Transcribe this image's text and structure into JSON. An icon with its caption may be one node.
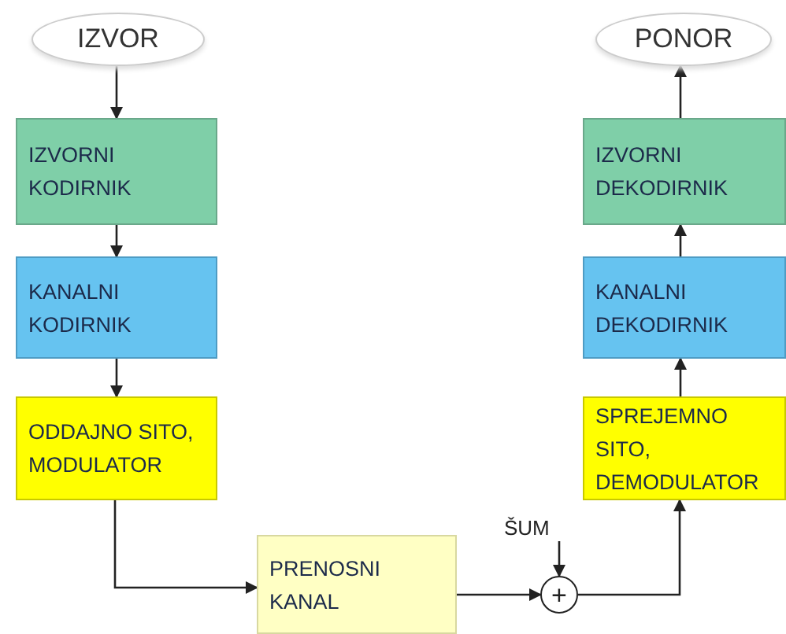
{
  "diagram": {
    "nodes": [
      {
        "text": [
          "IZVOR"
        ]
      },
      {
        "text": [
          "IZVORNI KODIRNIK"
        ]
      },
      {
        "text": [
          "KANALNI KODIRNIK"
        ]
      },
      {
        "text": [
          "ODDAJNO SITO, MODULATOR"
        ]
      },
      {
        "text": [
          "PRENOSNI KANAL"
        ]
      },
      {
        "text": [
          "+"
        ]
      },
      {
        "text": [
          "ŠUM"
        ]
      },
      {
        "text": [
          "SPREJEMNO SITO, DEMODULATOR"
        ]
      },
      {
        "text": [
          "KANALNI DEKODIRNIK"
        ]
      },
      {
        "text": [
          "IZVORNI DEKODIRNIK"
        ]
      },
      {
        "text": [
          "PONOR"
        ]
      }
    ],
    "edges": [
      {
        "from": 0,
        "to": 1,
        "arrow": "to"
      },
      {
        "from": 1,
        "to": 2,
        "arrow": "to"
      },
      {
        "from": 2,
        "to": 3,
        "arrow": "to"
      },
      {
        "from": 3,
        "to": 4,
        "arrow": "to"
      },
      {
        "from": 4,
        "to": 5,
        "arrow": "to"
      },
      {
        "from": 6,
        "to": 5,
        "arrow": "to"
      },
      {
        "from": 5,
        "to": 7,
        "arrow": "to"
      },
      {
        "from": 7,
        "to": 8,
        "arrow": "to"
      },
      {
        "from": 8,
        "to": 9,
        "arrow": "to"
      },
      {
        "from": 9,
        "to": 10,
        "arrow": "to"
      }
    ]
  }
}
